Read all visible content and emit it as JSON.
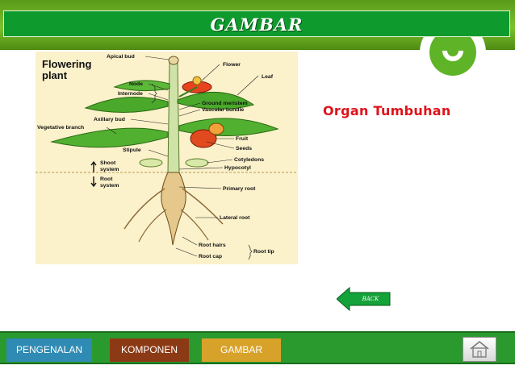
{
  "header": {
    "title": "GAMBAR"
  },
  "content": {
    "heading": "Organ Tumbuhan",
    "diagram": {
      "title_line1": "Flowering",
      "title_line2": "plant",
      "labels": {
        "apical_bud": "Apical bud",
        "flower": "Flower",
        "leaf": "Leaf",
        "node": "Node",
        "internode": "Internode",
        "ground_meristem": "Ground meristem",
        "vascular_bundle": "Vascular bundle",
        "axillary_bud": "Axillary bud",
        "vegetative_branch": "Vegetative branch",
        "fruit": "Fruit",
        "seeds": "Seeds",
        "stipule": "Stipule",
        "cotyledons": "Cotyledons",
        "hypocotyl": "Hypocotyl",
        "shoot_system_1": "Shoot",
        "shoot_system_2": "system",
        "root_system_1": "Root",
        "root_system_2": "system",
        "primary_root": "Primary root",
        "lateral_root": "Lateral root",
        "root_hairs": "Root hairs",
        "root_cap": "Root cap",
        "root_tip": "Root tip"
      }
    },
    "back_label": "BACK"
  },
  "nav": {
    "items": [
      {
        "label": "PENGENALAN",
        "color": "#2f8bb3"
      },
      {
        "label": "KOMPONEN",
        "color": "#8c3a16"
      },
      {
        "label": "GAMBAR",
        "color": "#d7a22a"
      }
    ],
    "home_icon": "home-icon"
  },
  "colors": {
    "header_green": "#0f9a2e",
    "bar_green": "#2a9a2e",
    "heading_red": "#e0121a"
  }
}
